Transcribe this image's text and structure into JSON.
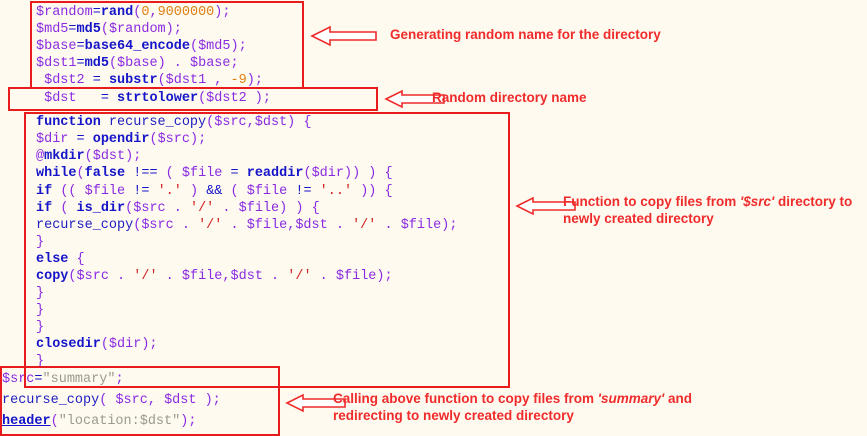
{
  "page": {
    "title": "PHP recurse_copy annotated code screenshot",
    "background_color": "#fffaf0"
  },
  "colors": {
    "annotation_red": "#ef2b2b",
    "box_border_red": "#e81c1c",
    "variable_purple": "#8a2be2",
    "function_blue": "#1414c8",
    "number_orange": "#e08010",
    "string_red": "#d02020",
    "string_grey": "#9a9a90"
  },
  "code": {
    "block1": {
      "name": "random-name-generation-block",
      "lines": [
        "$random=rand(0,9000000);",
        "$md5=md5($random);",
        "$base=base64_encode($md5);",
        "$dst1=md5($base) . $base;",
        "$dst2 = substr($dst1 , -9);"
      ]
    },
    "block2": {
      "name": "strtolower-block",
      "lines": [
        "$dst   = strtolower($dst2 );"
      ]
    },
    "block3": {
      "name": "recurse-copy-function-block",
      "lines": [
        "function recurse_copy($src,$dst) {",
        "$dir = opendir($src);",
        "@mkdir($dst);",
        "while(false !== ( $file = readdir($dir)) ) {",
        "if (( $file != '.' ) && ( $file != '..' )) {",
        "if ( is_dir($src . '/' . $file) ) {",
        "recurse_copy($src . '/' . $file,$dst . '/' . $file);",
        "}",
        "else {",
        "copy($src . '/' . $file,$dst . '/' . $file);",
        "}",
        "}",
        "}",
        "closedir($dir);",
        "}"
      ]
    },
    "block4": {
      "name": "function-call-block",
      "lines": [
        "$src=\"summary\";",
        "recurse_copy( $src, $dst );",
        "header(\"location:$dst\");"
      ]
    }
  },
  "annotations": [
    {
      "id": "annotation-1",
      "name": "annotation-generating-random-name",
      "text_before": "Generating random name for the directory",
      "emphasis": "",
      "text_after": "",
      "line2": ""
    },
    {
      "id": "annotation-2",
      "name": "annotation-random-directory-name",
      "text_before": "Random directory name",
      "emphasis": "",
      "text_after": "",
      "line2": ""
    },
    {
      "id": "annotation-3",
      "name": "annotation-function-copy-files",
      "text_before": "Function to copy files from ",
      "emphasis": "'$src'",
      "text_after": " directory to",
      "line2": "newly created directory"
    },
    {
      "id": "annotation-4",
      "name": "annotation-calling-above-function",
      "text_before": "Calling above function to copy files from ",
      "emphasis": "'summary'",
      "text_after": " and",
      "line2": "redirecting to newly created directory"
    }
  ]
}
